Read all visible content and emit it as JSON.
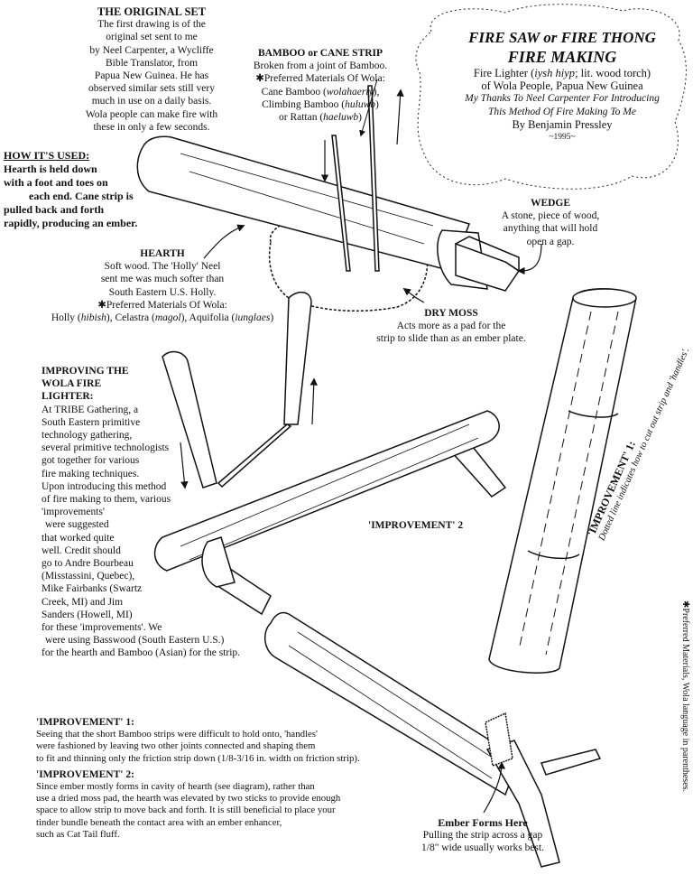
{
  "title_block": {
    "line1": "FIRE SAW or FIRE THONG",
    "line2": "FIRE MAKING",
    "sub1_pre": "Fire Lighter (",
    "sub1_italic": "iysh hiyp",
    "sub1_post": "; lit. wood torch)",
    "sub2": "of Wola People, Papua New Guinea",
    "thanks1": "My Thanks To Neel Carpenter For Introducing",
    "thanks2": "This Method Of Fire Making To Me",
    "byline": "By Benjamin Pressley",
    "year": "~1995~"
  },
  "original_set": {
    "heading": "THE ORIGINAL SET",
    "lines": [
      "The first drawing is of the",
      "original set sent to me",
      "by Neel Carpenter, a Wycliffe",
      "Bible Translator, from",
      "Papua New Guinea. He has",
      "observed similar sets still very",
      "much in use on a daily basis.",
      "Wola people can make fire with",
      "these in only a few seconds."
    ]
  },
  "how_used": {
    "heading": "HOW IT'S USED:",
    "lines": [
      "Hearth is held down",
      "with a foot and toes on",
      "each end. Cane strip is",
      "pulled back and forth",
      "rapidly, producing an ember."
    ]
  },
  "bamboo": {
    "heading": "BAMBOO or CANE STRIP",
    "line1": "Broken from a joint of Bamboo.",
    "line2": "✱Preferred Materials Of Wola:",
    "line3_pre": "Cane Bamboo (",
    "line3_i": "wolahaeriy",
    "line3_post": "),",
    "line4_pre": "Climbing Bamboo (",
    "line4_i": "huluwb",
    "line4_post": ")",
    "line5_pre": "or Rattan (",
    "line5_i": "haeluwb",
    "line5_post": ")"
  },
  "wedge": {
    "heading": "WEDGE",
    "lines": [
      "A stone, piece of wood,",
      "anything that will hold",
      "open a gap."
    ]
  },
  "hearth": {
    "heading": "HEARTH",
    "line1": "Soft wood. The 'Holly' Neel",
    "line2": "sent me was much softer than",
    "line3": "South Eastern U.S. Holly.",
    "line4": "✱Preferred Materials Of Wola:",
    "m1": "Holly (",
    "m1i": "hibish",
    "m2": "), Celastra (",
    "m2i": "magol",
    "m3": "), Aquifolia (",
    "m3i": "iunglaes",
    "m4": ")"
  },
  "dry_moss": {
    "heading": "DRY MOSS",
    "lines": [
      "Acts more as a pad for the",
      "strip to slide than as an ember plate."
    ]
  },
  "improving": {
    "heading_lines": [
      "IMPROVING THE",
      "WOLA FIRE",
      "LIGHTER:"
    ],
    "lines": [
      "At TRIBE Gathering, a",
      "South Eastern primitive",
      "technology gathering,",
      "several primitive technologists",
      "got together for various",
      "fire making techniques.",
      "Upon introducing this method",
      "of fire making to them, various",
      "'improvements'",
      "were suggested",
      "that worked quite",
      "well. Credit should",
      "go to Andre Bourbeau",
      "(Misstassini, Quebec),",
      "Mike Fairbanks (Swartz",
      "Creek, MI) and Jim",
      "Sanders (Howell, MI)",
      "for these 'improvements'. We",
      "were using Basswood (South Eastern U.S.)",
      "for the hearth and Bamboo (Asian) for the strip."
    ]
  },
  "improvement2_label": "'IMPROVEMENT' 2",
  "improvement1_side": {
    "label": "'IMPROVEMENT' 1:",
    "note": "Dotted line indicates how to cut out strip and 'handles'."
  },
  "preferred_note": "✱Preferred Materials, Wola language in parentheses.",
  "bottom": {
    "imp1_heading": "'IMPROVEMENT' 1:",
    "imp1_lines": [
      "Seeing that the short Bamboo strips were difficult to hold onto, 'handles'",
      "were fashioned by leaving two other joints connected and shaping them",
      "to fit and thinning only the friction strip down (1/8-3/16 in. width on friction strip)."
    ],
    "imp2_heading": "'IMPROVEMENT' 2:",
    "imp2_lines": [
      "Since ember mostly forms in cavity of hearth (see diagram), rather than",
      "use a dried moss pad, the hearth was elevated by two sticks to provide enough",
      "space to allow strip to move back and forth. It is still beneficial to place your",
      "tinder bundle beneath the contact area with an ember enhancer,",
      "such as Cat Tail fluff."
    ]
  },
  "ember": {
    "heading": "Ember Forms Here",
    "lines": [
      "Pulling the strip across a gap",
      "1/8\" wide usually works best."
    ]
  }
}
